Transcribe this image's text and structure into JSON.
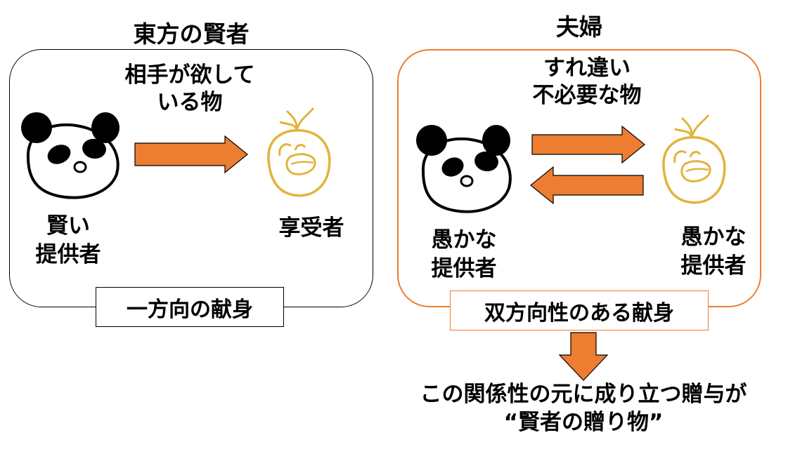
{
  "colors": {
    "accent": "#ED7D31",
    "ink": "#000000",
    "receiver_face": "#E3B33B"
  },
  "left": {
    "title": "東方の賢者",
    "arrow_label": [
      "相手が欲して",
      "いる物"
    ],
    "giver_label": [
      "賢い",
      "提供者"
    ],
    "receiver_label": "享受者",
    "box_label": "一方向の献身"
  },
  "right": {
    "title": "夫婦",
    "arrow_label": [
      "すれ違い",
      "不必要な物"
    ],
    "person_a_label": [
      "愚かな",
      "提供者"
    ],
    "person_b_label": [
      "愚かな",
      "提供者"
    ],
    "box_label": "双方向性のある献身"
  },
  "conclusion": [
    "この関係性の元に成り立つ贈与が",
    "“賢者の贈り物”"
  ],
  "icons": {
    "giver": "panda-face-icon",
    "receiver": "onion-face-icon",
    "flow": "arrow-right-icon",
    "return": "arrow-left-icon",
    "result": "arrow-down-icon"
  }
}
